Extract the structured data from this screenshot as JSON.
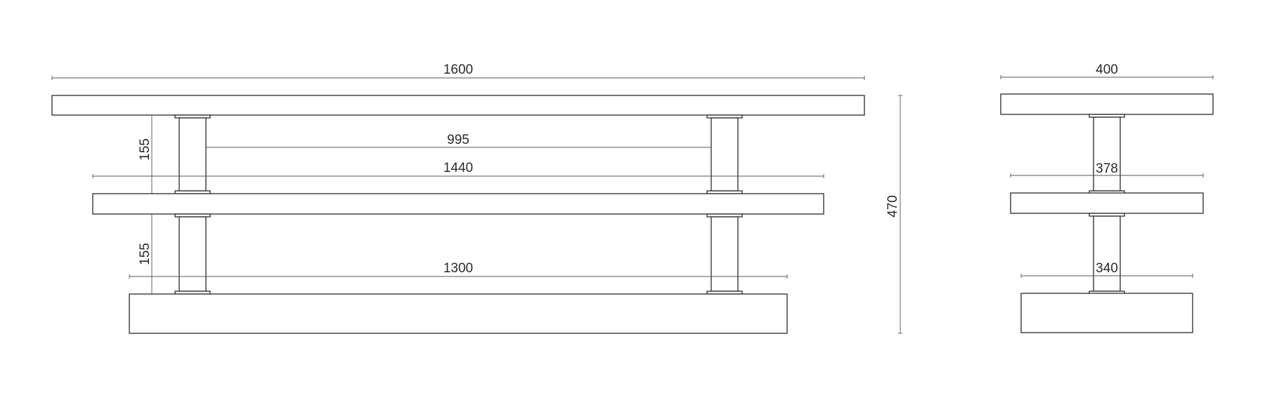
{
  "drawing": {
    "front_view": {
      "overall_width": "1600",
      "middle_shelf_width": "1440",
      "bottom_shelf_width": "1300",
      "post_spacing": "995",
      "upper_gap": "155",
      "lower_gap": "155"
    },
    "overall_height": "470",
    "side_view": {
      "top_depth": "400",
      "middle_depth": "378",
      "bottom_depth": "340"
    }
  }
}
